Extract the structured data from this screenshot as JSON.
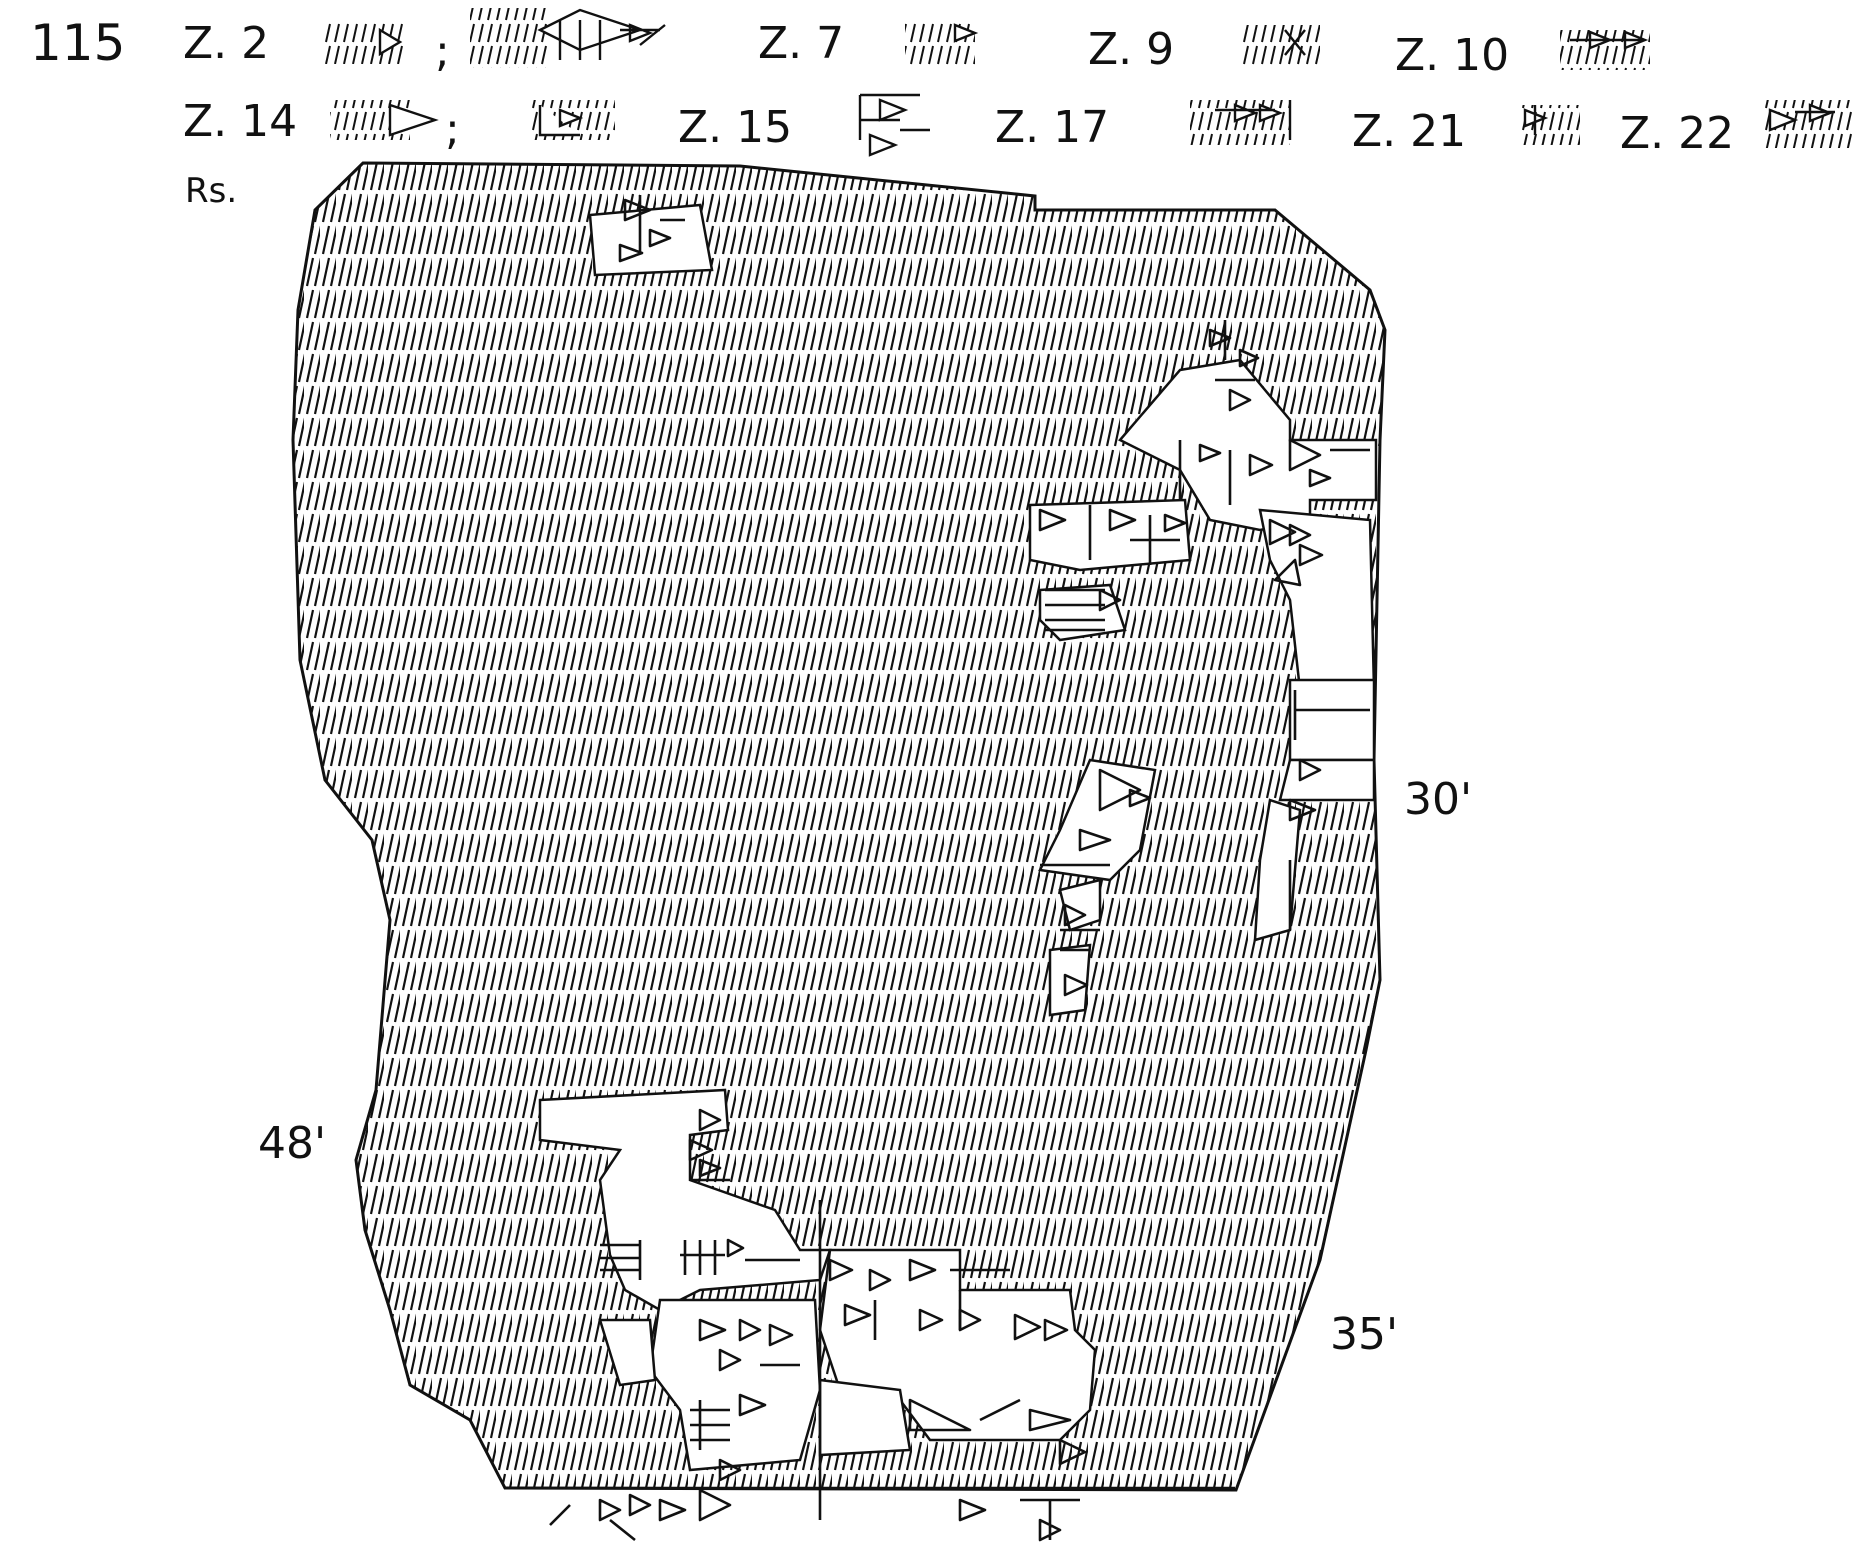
{
  "header": {
    "text_number": "115",
    "variants_row1": [
      {
        "label": "Z. 2",
        "sep": ";"
      },
      {
        "label": "Z. 7",
        "sep": ""
      },
      {
        "label": "Z. 9",
        "sep": ""
      },
      {
        "label": "Z. 10",
        "sep": ""
      }
    ],
    "variants_row2": [
      {
        "label": "Z. 14",
        "sep": ";"
      },
      {
        "label": "Z. 15",
        "sep": ""
      },
      {
        "label": "Z. 17",
        "sep": ""
      },
      {
        "label": "Z. 21",
        "sep": ""
      },
      {
        "label": "Z. 22",
        "sep": ""
      }
    ],
    "side_label": "Rs."
  },
  "tablet": {
    "line_numbers": [
      {
        "label": "30'"
      },
      {
        "label": "35'"
      },
      {
        "label": "48'"
      }
    ]
  },
  "colors": {
    "ink": "#111111",
    "paper": "#ffffff"
  }
}
